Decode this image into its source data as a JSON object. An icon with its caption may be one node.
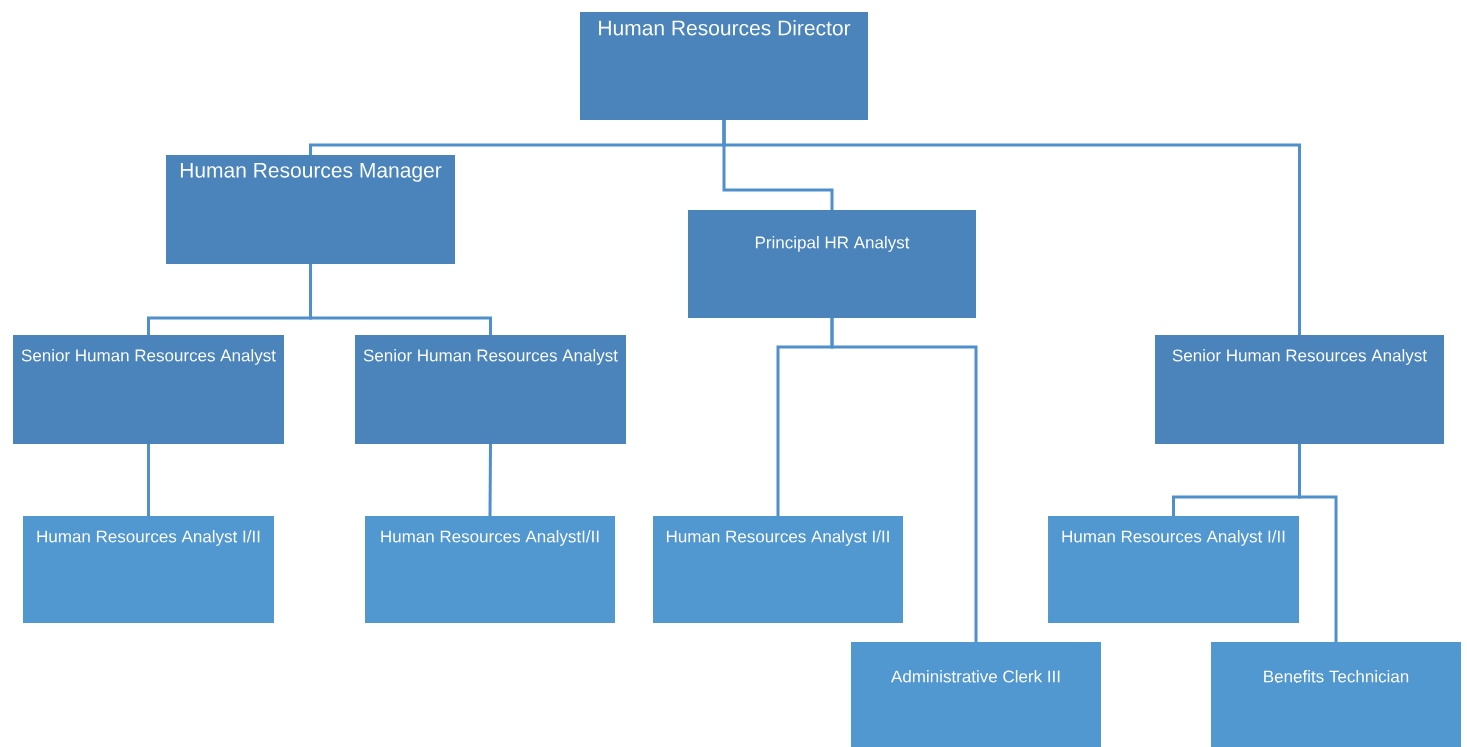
{
  "diagram": {
    "nodes": [
      {
        "text": [
          "Human Resources Director"
        ]
      },
      {
        "text": [
          "Human Resources Manager"
        ]
      },
      {
        "text": [
          "Principal HR Analyst"
        ]
      },
      {
        "text": [
          "Senior Human Resources Analyst"
        ]
      },
      {
        "text": [
          "Senior Human Resources Analyst"
        ]
      },
      {
        "text": [
          "Senior Human Resources Analyst"
        ]
      },
      {
        "text": [
          "Human Resources Analyst I/II"
        ]
      },
      {
        "text": [
          "Human Resources AnalystI/II"
        ]
      },
      {
        "text": [
          "Human Resources Analyst I/II"
        ]
      },
      {
        "text": [
          "Human Resources Analyst I/II"
        ]
      },
      {
        "text": [
          "Administrative Clerk III"
        ]
      },
      {
        "text": [
          "Benefits Technician"
        ]
      }
    ],
    "edges": [
      {
        "from": 0,
        "to": 1,
        "arrow": "none"
      },
      {
        "from": 0,
        "to": 2,
        "arrow": "none"
      },
      {
        "from": 0,
        "to": 5,
        "arrow": "none"
      },
      {
        "from": 1,
        "to": 3,
        "arrow": "none"
      },
      {
        "from": 1,
        "to": 4,
        "arrow": "none"
      },
      {
        "from": 3,
        "to": 6,
        "arrow": "none"
      },
      {
        "from": 4,
        "to": 7,
        "arrow": "none"
      },
      {
        "from": 2,
        "to": 8,
        "arrow": "none"
      },
      {
        "from": 2,
        "to": 10,
        "arrow": "none"
      },
      {
        "from": 5,
        "to": 9,
        "arrow": "none"
      },
      {
        "from": 5,
        "to": 11,
        "arrow": "none"
      }
    ]
  }
}
